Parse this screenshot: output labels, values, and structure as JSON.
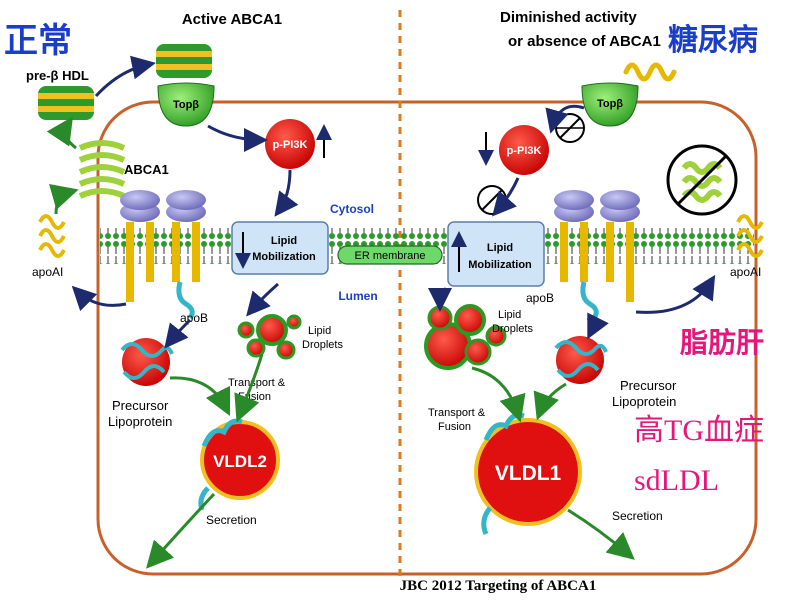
{
  "corner_labels": {
    "left": "正常",
    "right": "糖尿病"
  },
  "headers": {
    "left": "Active ABCA1",
    "right_line1": "Diminished activity",
    "right_line2": "or absence of ABCA1"
  },
  "labels": {
    "pre_beta_hdl": "pre-β HDL",
    "abca1": "ABCA1",
    "apoai_left": "apoAI",
    "apoai_right": "apoAI",
    "top_beta_left": "Topβ",
    "top_beta_right": "Topβ",
    "ppi3k_left": "p-PI3K",
    "ppi3k_right": "p-PI3K",
    "cytosol": "Cytosol",
    "lumen": "Lumen",
    "er_membrane": "ER membrane",
    "lipid_mob_line1": "Lipid",
    "lipid_mob_line2": "Mobilization",
    "apob_left": "apoB",
    "apob_right": "apoB",
    "lipid_droplets_l1": "Lipid",
    "lipid_droplets_l2": "Droplets",
    "precursor_l1": "Precursor",
    "precursor_l2": "Lipoprotein",
    "transport_l1": "Transport &",
    "transport_l2": "Fusion",
    "vldl_left": "VLDL2",
    "vldl_right": "VLDL1",
    "secretion": "Secretion"
  },
  "annotations": {
    "fatty_liver": "脂肪肝",
    "high_tg": "高TG血症",
    "sdldl": "sdLDL"
  },
  "citation": "JBC 2012 Targeting of ABCA1",
  "colors": {
    "cell_border": "#c8602a",
    "divider": "#e07a1e",
    "red": "#e01010",
    "green": "#3cb830",
    "navy": "#1e2a6e",
    "pink": "#e6177a",
    "blue_title": "#1a3ec8",
    "membrane_blue": "#a9cdee"
  }
}
